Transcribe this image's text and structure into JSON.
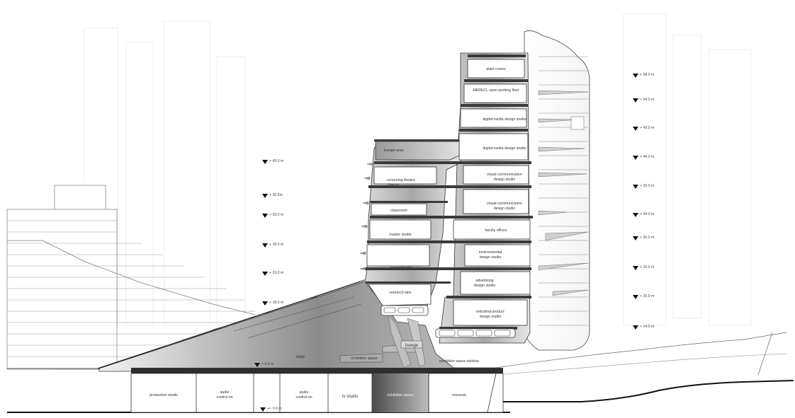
{
  "drawing": {
    "rooms": {
      "plant_rooms": "plant rooms",
      "merecl": "MERECL open working floor",
      "digital_media_1": "digital media design studio",
      "digital_media_2": "digital media design studio",
      "lounge_area": "lounge area",
      "screening_1": "screening theatre",
      "screening_2": "cinema",
      "viscom_a_1": "visual communication",
      "viscom_a_2": "design studio",
      "viscom_b_1": "visual communication",
      "viscom_b_2": "design studio",
      "classroom": "classroom",
      "faculty_offices": "faculty offices",
      "master_studio": "master studio",
      "environmental_1": "environmental",
      "environmental_2": "design studio",
      "research_labs_1": "research labs",
      "advertising_1": "advertising",
      "advertising_2": "design studio",
      "research_labs_2": "research labs",
      "industrial_1": "industrial product",
      "industrial_2": "design studio",
      "lounge": "lounge",
      "lobby": "lobby",
      "exhibition_space_upper": "exhibition space",
      "exhibition_space_outdoor": "exhibition space outdoor",
      "production_studio": "production studio",
      "audio_control_1a": "audio",
      "audio_control_1b": "control rm",
      "audio_control_2a": "audio",
      "audio_control_2b": "control rm",
      "tv_studio": "tv studio",
      "exhibition_space_lower": "exhibition space",
      "museum": "museum"
    },
    "levels_left": [
      "+ 43.0 m",
      "+ 36.5m",
      "+ 33.0 m",
      "+ 28.0 m",
      "+ 23.0 m",
      "+ 18.0 m",
      "+ 8.0 m",
      "+/- 0.0 m"
    ],
    "levels_right": [
      "+ 58.0 m",
      "+ 54.0 m",
      "+ 49.0 m",
      "+ 44.0 m",
      "+ 39.0 m",
      "+ 34.0 m",
      "+ 30.0 m",
      "+ 25.0 m",
      "+ 20.0 m",
      "+ 14.0 m"
    ]
  }
}
